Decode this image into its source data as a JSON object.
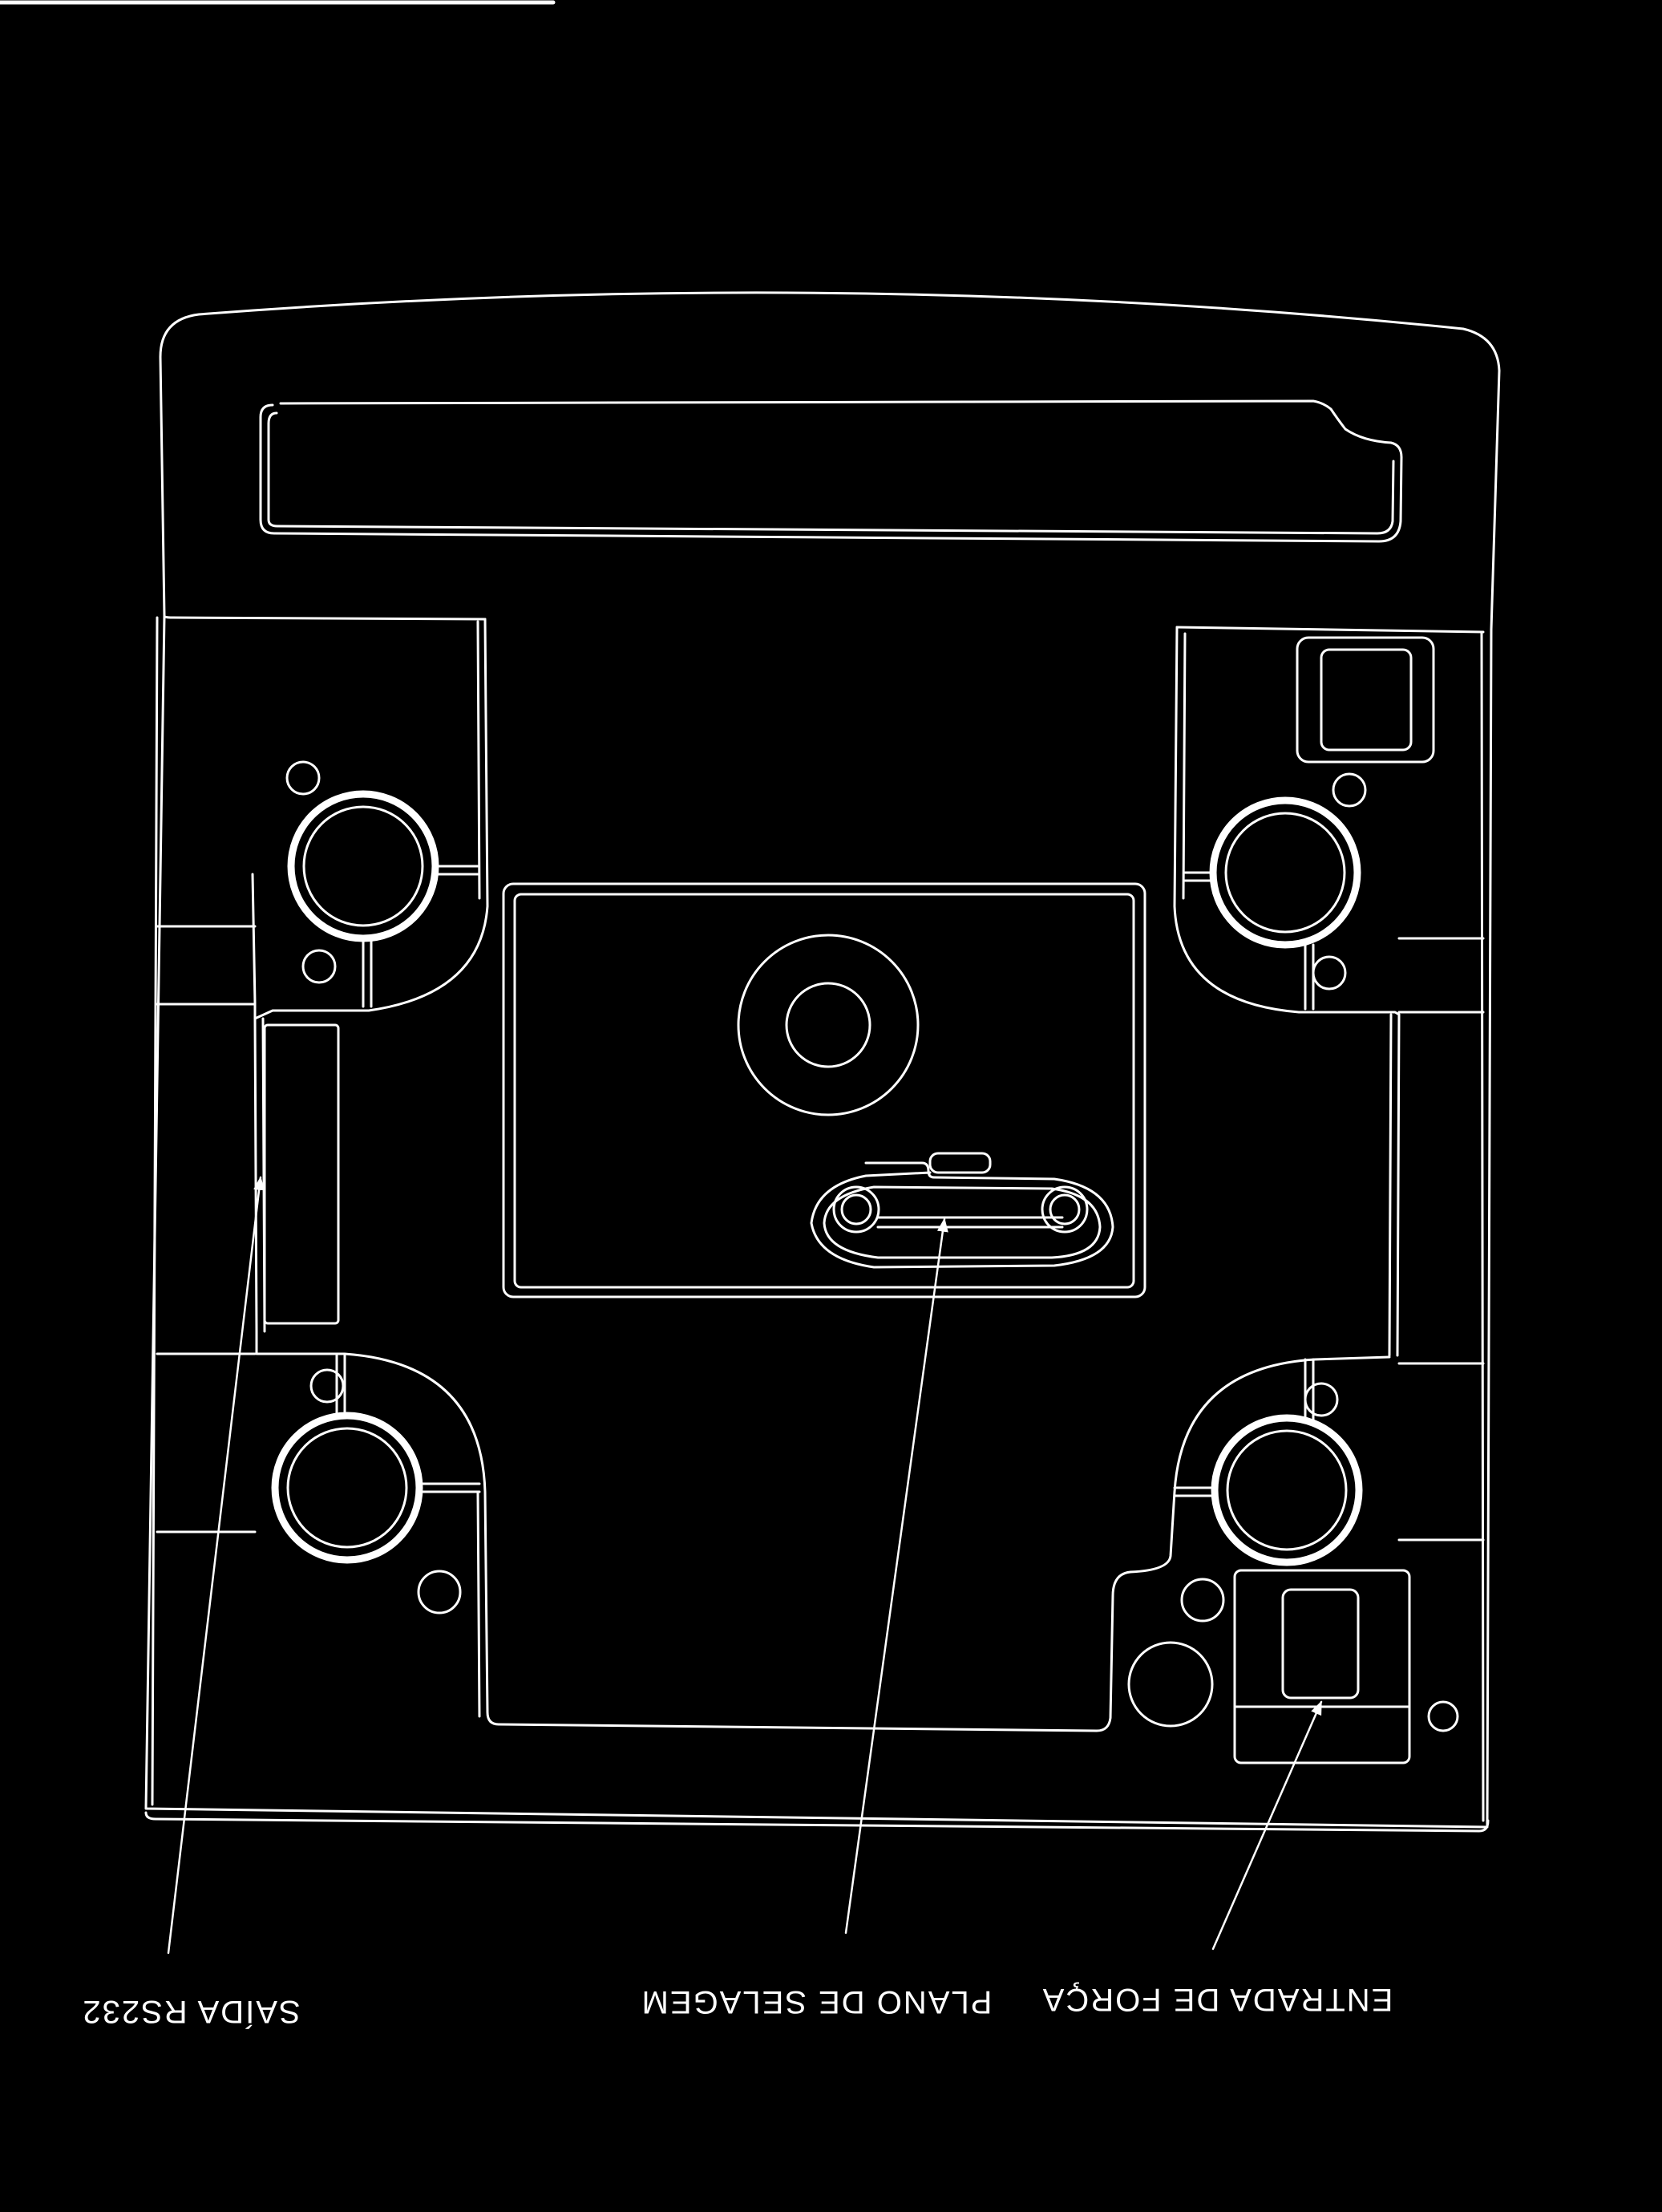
{
  "diagram": {
    "view": "bottom view of device base",
    "colors": {
      "background": "#000000",
      "line": "#ffffff"
    },
    "callouts": [
      {
        "id": "rs232",
        "text": "SAÍDA RS232",
        "mirrored": true
      },
      {
        "id": "seal",
        "text": "PLANO DE SELAGEM",
        "mirrored": true
      },
      {
        "id": "power",
        "text": "ENTRADA DE FORÇA",
        "mirrored": true
      }
    ]
  }
}
